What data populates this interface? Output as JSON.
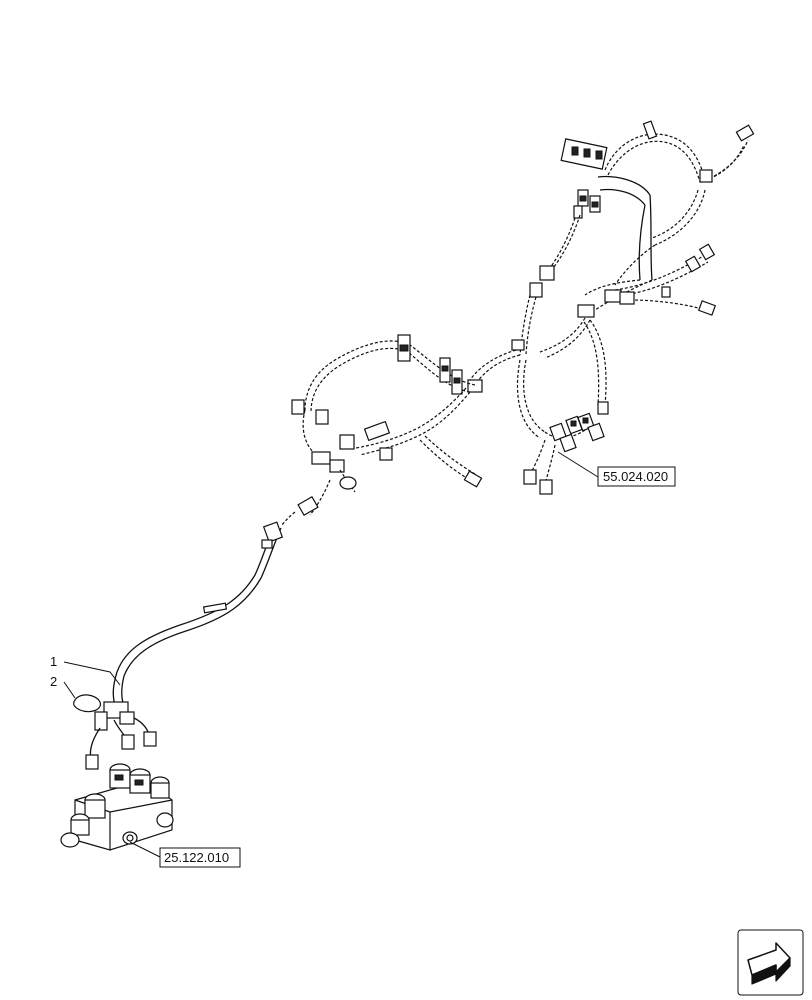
{
  "callouts": [
    {
      "number": "1"
    },
    {
      "number": "2"
    }
  ],
  "references": [
    {
      "code": "55.024.020"
    },
    {
      "code": "25.122.010"
    }
  ],
  "icons": {
    "navigation": "arrow-icon"
  }
}
